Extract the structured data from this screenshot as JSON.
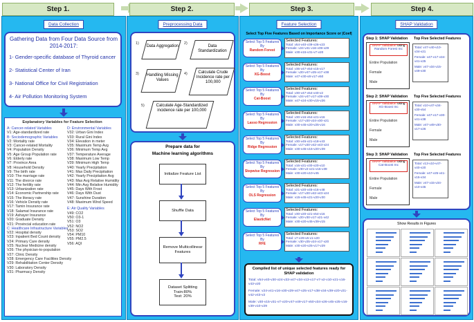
{
  "steps": [
    "Step 1.",
    "Step 2.",
    "Step 3.",
    "Step 4."
  ],
  "col1": {
    "title": "Data Collection",
    "intro": "Gathering Data from Four Data Source from 2014-2017:",
    "sources": [
      "1- Gender-specific database of Thyroid cancer",
      "2- Statistical Center of Iran",
      "3- National Office for Civil Registriation",
      "4- Air Pollution Monitoring System"
    ],
    "vars_title": "Explanatory Variables for Feature Selection",
    "group_a": {
      "heading": "A: Cancer-related Variables",
      "items": [
        "V1: Age-standardized rate"
      ]
    },
    "group_b": {
      "heading": "B: Sociodemographic Variables",
      "items": [
        "V2: Mortality rate",
        "V3: Cancer-related Mortality",
        "V4: Population Density",
        "V5: Age Group Population rate",
        "V6: Elderly rate",
        "V7: Province Area",
        "V8: Household Density",
        "V9: The birth rate",
        "V10: The marriage rate",
        "V11: The divorce rate",
        "V12: The fertility rate",
        "V13: Urbanization rate",
        "V14: Economic Partnership rate",
        "V15: The literacy rate",
        "V16: Vehicle Density rate",
        "V17: Tamin Insurance rate",
        "V18: Salamat Insurance rate",
        "V19: Ashayer Insurance",
        "V20: Graduate Density",
        "V21: Provincial education rate"
      ]
    },
    "group_c": {
      "heading": "C: Healthcare Infrastructure Variables",
      "items": [
        "V22: Hospital density",
        "V23: Inpatient Bed Count density",
        "V24: Primary Care density",
        "V25: Nuclear Medicine density",
        "V26: The physician-to-population",
        "V27: Clinic Density",
        "V28: Emergency Care Facilities Density",
        "V29: Rehabilitation Center Density",
        "V30: Laboratory Density",
        "V31: Pharmacy Density"
      ]
    },
    "group_d": {
      "heading": "D: Environmental Variables",
      "items": [
        "V32: Urban Gini Index",
        "V33: Rural Gini Index",
        "V34: Elevation in meter",
        "V35: Maximum Temp Avg",
        "V36: Minimum Temp Avg",
        "V37: Temperature Average",
        "V38: Maximum Low Temp",
        "V39: Minimum High Temp",
        "V40: Yearly Precipitation",
        "V41: Max Daily Precipitation",
        "V42: Yearly Precipitation Avg",
        "V43: Max Avg Relative Humidity",
        "V44: Min Avg Relative Humidity",
        "V45: Days With Frost",
        "V46: Days With Dust",
        "V47: Sunshine Duration",
        "V48: Maximum Wind Speed"
      ]
    },
    "group_e": {
      "heading": "E: Air Quality Variables",
      "items": [
        "V49: CO2",
        "V50: O3-1",
        "V51: O3",
        "V52: NO2",
        "V53: SO2",
        "V54: PM10",
        "V55: PM2.5",
        "V56: AQI"
      ]
    }
  },
  "col2": {
    "title": "Preprocessing Data",
    "boxes": [
      "1)",
      "Data Aggregation",
      "2)",
      "Data Standardization",
      "3)",
      "Handling Missing Values",
      "4)",
      "Calculate Crude Incidence rate per 100,000",
      "5)",
      "Calculate Age-Standardized incidence rate per 100,000"
    ],
    "prepare_title": "Prepare data for",
    "prepare_subtitle": "Machine learning algorithms",
    "flow": [
      "Initialize Feature List",
      "Shuffle Data",
      "Remove Multicollinear Features"
    ],
    "split": [
      "Dataset Splitting",
      "Train:80%",
      "Test: 20%"
    ]
  },
  "col3": {
    "title": "Feature Selection",
    "subtitle": "Select Top Five Features Based on Importance Score or |Coef|",
    "models": [
      {
        "prefix": "Select Top 5 Features",
        "by": "By",
        "name": "Random Forest",
        "total": "Total: v54-v40-v39-v26-v23",
        "female": "Female: v24-v41-v16-v39-v29",
        "male": "Male: v30-v15-v31-v7-v20"
      },
      {
        "prefix": "Select Top 5 Features",
        "by": "By",
        "name": "XG-Boost",
        "total": "Total: v36-v47-v54-v15-v17",
        "female": "Female: v20-v47-v25-v17-v38",
        "male": "Male: v47-v30-v8-v17-v50"
      },
      {
        "prefix": "Select Top 5 Features",
        "by": "By",
        "name": "Cat-Boost",
        "total": "Total: v30-v47-v54-v40-v2",
        "female": "Female: v24-v47-v17-v39-v30",
        "male": "Male: v47-v24-v30-v15-v26"
      },
      {
        "prefix": "Select Top 5 Features",
        "by": "By",
        "name": "Lasso Regression",
        "total": "Total: v30-v16-v54-v21-v16",
        "female": "Female: v17-v20-v24-v30-v21",
        "male": "Male: v30-v45-v20-v25-v16"
      },
      {
        "prefix": "Select Top 5 Features",
        "by": "By",
        "name": "Ridge Regression",
        "total": "Total: v30-v45-v21-v18-v43",
        "female": "Female: v17-v20-v42-v43-v24",
        "male": "Male: v30-v45-v16-v20-v39"
      },
      {
        "prefix": "Select Top 5 Features",
        "by": "By",
        "name": "Stepwise Regression",
        "total": "Total: v16-v21-v30-v20-v10",
        "female": "Female: v30-v2-v21-v16-v39",
        "male": "Male: v30-v20-v10-v45"
      },
      {
        "prefix": "Select Top 5 Features",
        "by": "By",
        "name": "OLS Regression",
        "total": "Total: v21-v20-v45-v16-v48",
        "female": "Female: v17-v20-v42-v43-v24",
        "male": "Male: v15-v45-v21-v20-v30"
      },
      {
        "prefix": "Select Top 5 Features",
        "by": "By",
        "name": "ElasticNet",
        "total": "Total: v30-v20-v21-v54-v16",
        "female": "Female: v20-v30-v17-v21-v42",
        "male": "Male: v30-v20-v45-v39-v15"
      },
      {
        "prefix": "Select Top 5 Features",
        "by": "By",
        "name": "RFE",
        "total": "Total: v7-v29-v6-v1-v20",
        "female": "Female: v30-v25-v24-v17-v20",
        "male": "Male: v30-v20-v25-v17-v29"
      }
    ],
    "selected_label": "Selected Features:",
    "compiled_title": "Compiled list of unique selected features ready for SHAP validation",
    "compiled_total": "Total: v54-v40-v30-v24-v33-v47-v34-v13-v17-v7-v2-v10-v21-v16-v43-v20",
    "compiled_female": "Female: v24-v41-v16-v30-v29-v47-v25-v17-v38-v34-v39-v20-v21-v42-v43-v2",
    "compiled_male": "Male: v30-v15-v31-v7-v20-v47-v49-v17-v50-v34-v26-v45-v25-v16-v39-v10-v29"
  },
  "col4": {
    "title": "SHAP Validation",
    "blocks": [
      {
        "step": "Step 1: SHAP Validation",
        "using": "SHAP Validation",
        "using2": "using",
        "model": "Random Forest Inc",
        "right_title": "Top Five Selected Features",
        "rows": [
          "Entire Population",
          "Female",
          "Male"
        ],
        "total": "Total: v47-v40-v10-v34-v21",
        "female": "Female: v47-v17-v34-v41-v25",
        "male": "Male: v47-v34-v15-v49-v30"
      },
      {
        "step": "Step 2: SHAP Validation",
        "using": "SHAP Validation",
        "using2": "using",
        "model": "XG-Boost Inc",
        "right_title": "Top Five Selected Features",
        "rows": [
          "Entire Population",
          "Female",
          "Male"
        ],
        "total": "Total: v10-v47-v34-v30-v54",
        "female": "Female: v47-v17-v30-v41-v38",
        "male": "Male: v47-v49-v30-v17-v26"
      },
      {
        "step": "Step 3: SHAP Validation",
        "using": "SHAP Validation",
        "using2": "using",
        "model": "Cat-Boost Inc",
        "right_title": "Top Five Selected Features",
        "rows": [
          "Entire Population",
          "Female",
          "Male"
        ],
        "total": "Total: v13-v10-v47-v40-v20",
        "female": "Female: v47-v25-v41-v15-v34",
        "male": "Male: v47-v15-v34-v10-v45"
      }
    ],
    "results_title": "Show Results in Figures"
  }
}
